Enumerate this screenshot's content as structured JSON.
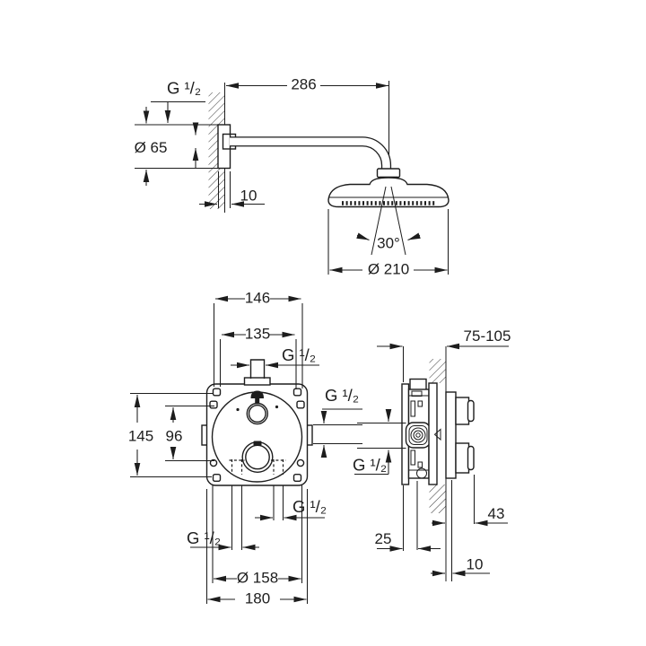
{
  "meta": {
    "description": "Technical dimension drawing of a concealed shower set: wall-mounted head shower with arm (top), concealed thermostat front view (bottom left), wall-section side view (bottom right)",
    "background": "#ffffff",
    "ink": "#1d1d1d"
  },
  "labels": {
    "head": {
      "thread": "G ¹/₂",
      "arm_length": "286",
      "flange_dia": "Ø 65",
      "flange_depth": "10",
      "spray_angle": "30°",
      "head_dia": "Ø 210"
    },
    "front": {
      "w146": "146",
      "w135": "135",
      "thread_top": "G ¹/₂",
      "thread_right": "G ¹/₂",
      "h145": "145",
      "h96": "96",
      "thread_bl": "G ¹/₂",
      "thread_br": "G ¹/₂",
      "dia158": "Ø 158",
      "w180": "180"
    },
    "side": {
      "depth_range": "75-105",
      "thread": "G ¹/₂",
      "d43": "43",
      "d25": "25",
      "d10": "10"
    }
  }
}
